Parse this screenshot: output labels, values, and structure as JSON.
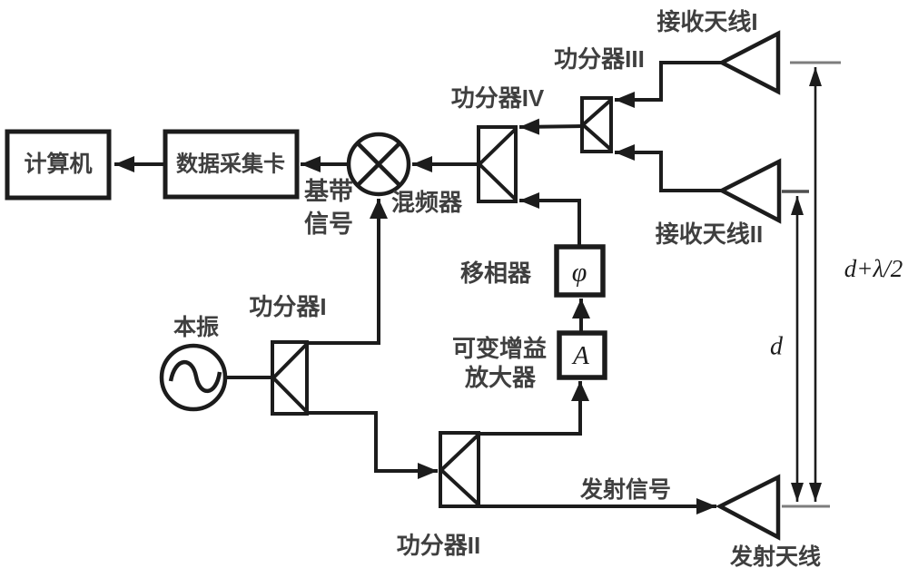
{
  "diagram": {
    "type": "rf-system-block-diagram",
    "colors": {
      "line": "#1c1c1c",
      "label": "#3f3f3f",
      "tick_gray": "#7d7d7d",
      "background": "#ffffff"
    },
    "blocks": {
      "computer": "计算机",
      "daq_card": "数据采集卡",
      "mixer": "混频器",
      "baseband_line1": "基带",
      "baseband_line2": "信号",
      "local_oscillator": "本振",
      "divider1": "功分器I",
      "divider2": "功分器II",
      "divider3": "功分器III",
      "divider4": "功分器IV",
      "phase_shifter": "移相器",
      "phase_symbol": "φ",
      "vga_line1": "可变增益",
      "vga_line2": "放大器",
      "amp_symbol": "A",
      "rx_antenna1": "接收天线I",
      "rx_antenna2": "接收天线II",
      "tx_antenna": "发射天线",
      "tx_signal": "发射信号",
      "dim_d": "d",
      "dim_d_lambda": "d+λ/2"
    }
  }
}
